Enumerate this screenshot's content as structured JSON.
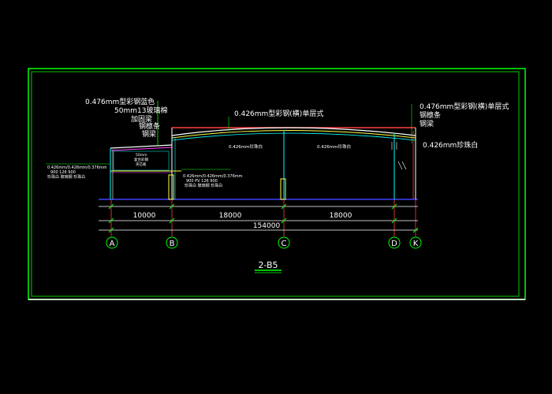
{
  "colors": {
    "background": "#000000",
    "frame": "#00ff00",
    "white": "#ffffff",
    "roof_red": "#ff4040",
    "roof_yellow": "#ffff40",
    "cyan": "#00ffff",
    "magenta": "#ff40ff",
    "blue": "#4040ff"
  },
  "drawing": {
    "title": "2-B5",
    "dimensions": {
      "d1": "10000",
      "d2": "18000",
      "d3": "18000",
      "total": "154000"
    },
    "axes": {
      "a": "A",
      "b": "B",
      "c": "C",
      "d": "D",
      "k": "K"
    },
    "labels": {
      "left_top_1": "0.476mm型彩钢蓝色",
      "left_top_2": "50mm13玻璃棉",
      "left_top_3": "加固梁",
      "left_top_4": "钢檩条",
      "left_top_5": "钢梁",
      "left_small_1": "0.426mm/0.426mm/0.376mm",
      "left_small_2": "900   126   900",
      "left_small_3": "珍珠白 玻璃钢 珍珠白",
      "mid_roof_1": "0.426mm型彩钢(横)单层式",
      "mid_small_1": "0.426mm/0.426mm/0.376mm",
      "mid_small_2": "900   PV   126   900",
      "mid_small_3": "珍珠白  玻璃钢 珍珠白",
      "inner_small_1": "50mm",
      "inner_small_2": "复合彩钢",
      "inner_small_3": "夹芯板",
      "roof_inner_1": "0.426mm珍珠白",
      "roof_inner_2": "0.426mm珍珠白",
      "right_1": "0.476mm型彩钢(横)单层式",
      "right_2": "钢檩条",
      "right_3": "钢梁",
      "right_4": "0.426mm珍珠白"
    }
  }
}
